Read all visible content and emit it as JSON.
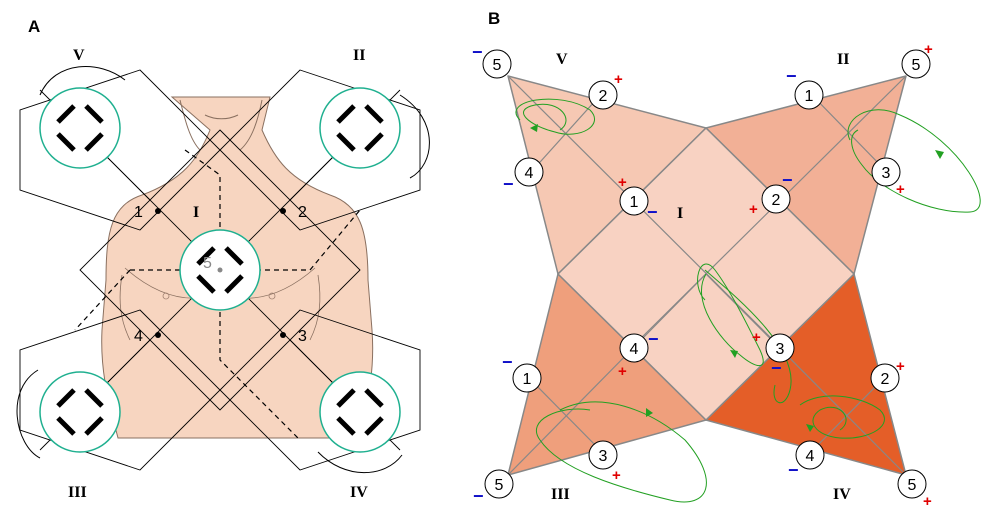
{
  "panel_a": {
    "letter": "A",
    "roman": [
      "V",
      "II",
      "I",
      "III",
      "IV"
    ],
    "points": [
      "1",
      "2",
      "3",
      "4"
    ],
    "center_label": "5"
  },
  "panel_b": {
    "letter": "B",
    "roman": [
      "V",
      "II",
      "I",
      "III",
      "IV"
    ],
    "nodes": [
      "5",
      "2",
      "4",
      "1",
      "1",
      "5",
      "3",
      "2",
      "4",
      "3",
      "1",
      "3",
      "5",
      "2",
      "4",
      "5"
    ],
    "plus": "+",
    "minus": "−"
  },
  "colors": {
    "skin": "#f7d5c0",
    "electrode_ring": "#20b090",
    "face_light": "#f6cbb8",
    "face_center": "#f8d2c2",
    "face_mid": "#ef9f7c",
    "face_dark": "#e45e28",
    "loop": "#22a022",
    "plus": "#e00000",
    "minus": "#1010c8"
  }
}
